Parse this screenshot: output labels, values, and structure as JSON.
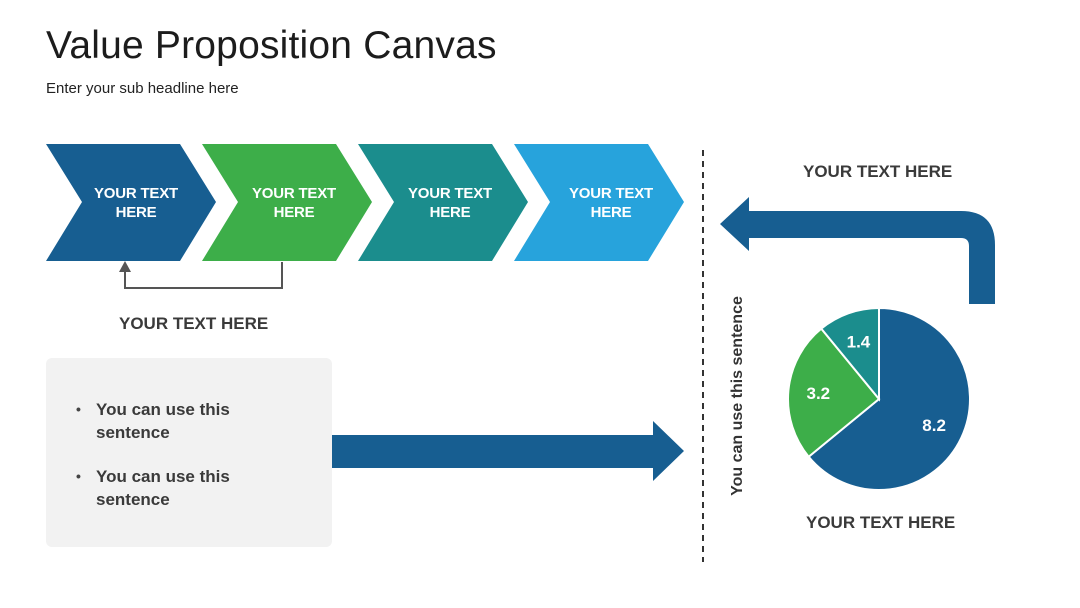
{
  "header": {
    "title": "Value Proposition Canvas",
    "subtitle": "Enter your sub headline here"
  },
  "chevrons": [
    {
      "label": "YOUR TEXT HERE",
      "color": "#175e91"
    },
    {
      "label": "YOUR TEXT HERE",
      "color": "#3dae49"
    },
    {
      "label": "YOUR TEXT HERE",
      "color": "#1b8d8d"
    },
    {
      "label": "YOUR TEXT HERE",
      "color": "#27a3dc"
    }
  ],
  "labels": {
    "under_chevrons": "YOUR TEXT HERE",
    "top_right": "YOUR TEXT HERE",
    "under_pie": "YOUR TEXT HERE",
    "vertical": "You can use this sentence"
  },
  "bullets": [
    "You can use this sentence",
    "You can use this sentence"
  ],
  "colors": {
    "arrow": "#175e91",
    "connector": "#555555",
    "dashed_line": "#333333",
    "box_bg": "#f2f2f2"
  },
  "chart_data": {
    "type": "pie",
    "slices": [
      {
        "value": 8.2,
        "label": "8.2",
        "color": "#175e91"
      },
      {
        "value": 3.2,
        "label": "3.2",
        "color": "#3dae49"
      },
      {
        "value": 1.4,
        "label": "1.4",
        "color": "#1b8d8d"
      }
    ]
  }
}
